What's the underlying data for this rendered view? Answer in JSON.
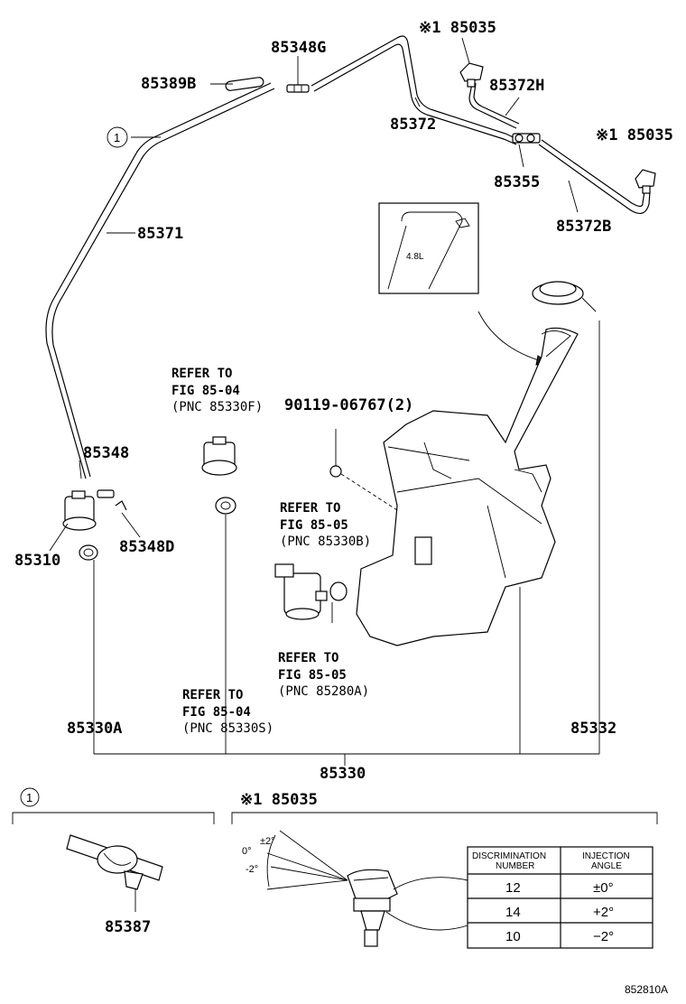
{
  "labels": {
    "p85035_top": "※1 85035",
    "p85348G": "85348G",
    "p85389B": "85389B",
    "p85372H": "85372H",
    "p85372": "85372",
    "p85035_right": "※1 85035",
    "p85355": "85355",
    "p85372B": "85372B",
    "p85371": "85371",
    "p85348": "85348",
    "p85348D": "85348D",
    "p85310": "85310",
    "p85330A": "85330A",
    "p85332": "85332",
    "p85330": "85330",
    "p85387": "85387",
    "p90119": "90119-06767(2)",
    "callout_one": "1",
    "tank_variant": "4.8L",
    "image_code": "852810A"
  },
  "refer_notes": [
    {
      "line1": "REFER TO",
      "line2": "FIG 85-04",
      "line3": "(PNC 85330F)"
    },
    {
      "line1": "REFER TO",
      "line2": "FIG 85-05",
      "line3": "(PNC 85330B)"
    },
    {
      "line1": "REFER TO",
      "line2": "FIG 85-05",
      "line3": "(PNC 85280A)"
    },
    {
      "line1": "REFER TO",
      "line2": "FIG 85-04",
      "line3": "(PNC 85330S)"
    }
  ],
  "detail": {
    "section1_marker": "1",
    "section2_title": "※1 85035",
    "angle_labels": [
      "0°",
      "±2°",
      "-2°"
    ],
    "table": {
      "headers": [
        "DISCRIMINATION\nNUMBER",
        "INJECTION\nANGLE"
      ],
      "header1_l1": "DISCRIMINATION",
      "header1_l2": "NUMBER",
      "header2_l1": "INJECTION",
      "header2_l2": "ANGLE",
      "rows": [
        {
          "number": "12",
          "angle": "±0°"
        },
        {
          "number": "14",
          "angle": "+2°"
        },
        {
          "number": "10",
          "angle": "−2°"
        }
      ]
    }
  }
}
